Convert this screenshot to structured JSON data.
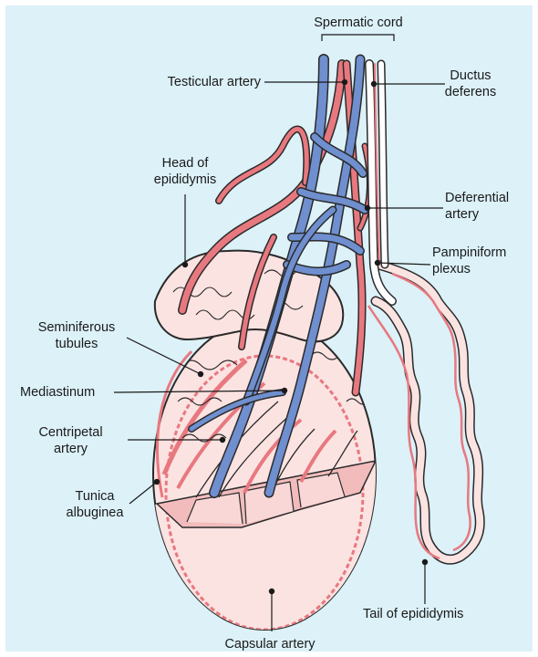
{
  "labels": {
    "spermatic_cord": "Spermatic cord",
    "testicular_artery": "Testicular artery",
    "ductus_deferens": [
      "Ductus",
      "deferens"
    ],
    "head_of_epididymis": [
      "Head of",
      "epididymis"
    ],
    "deferential_artery": [
      "Deferential",
      "artery"
    ],
    "pampiniform_plexus": [
      "Pampiniform",
      "plexus"
    ],
    "seminiferous_tubules": [
      "Seminiferous",
      "tubules"
    ],
    "mediastinum": "Mediastinum",
    "centripetal_artery": [
      "Centripetal",
      "artery"
    ],
    "tunica_albuginea": [
      "Tunica",
      "albuginea"
    ],
    "tail_of_epididymis": "Tail of epididymis",
    "capsular_artery": "Capsular artery"
  },
  "colors": {
    "background": "#dcf1f8",
    "artery": "#e8787f",
    "vein": "#6f8fcf",
    "tissue": "#fbe3e2",
    "capsule_cut": "#f2bcbc",
    "outline": "#2a2a2a"
  }
}
